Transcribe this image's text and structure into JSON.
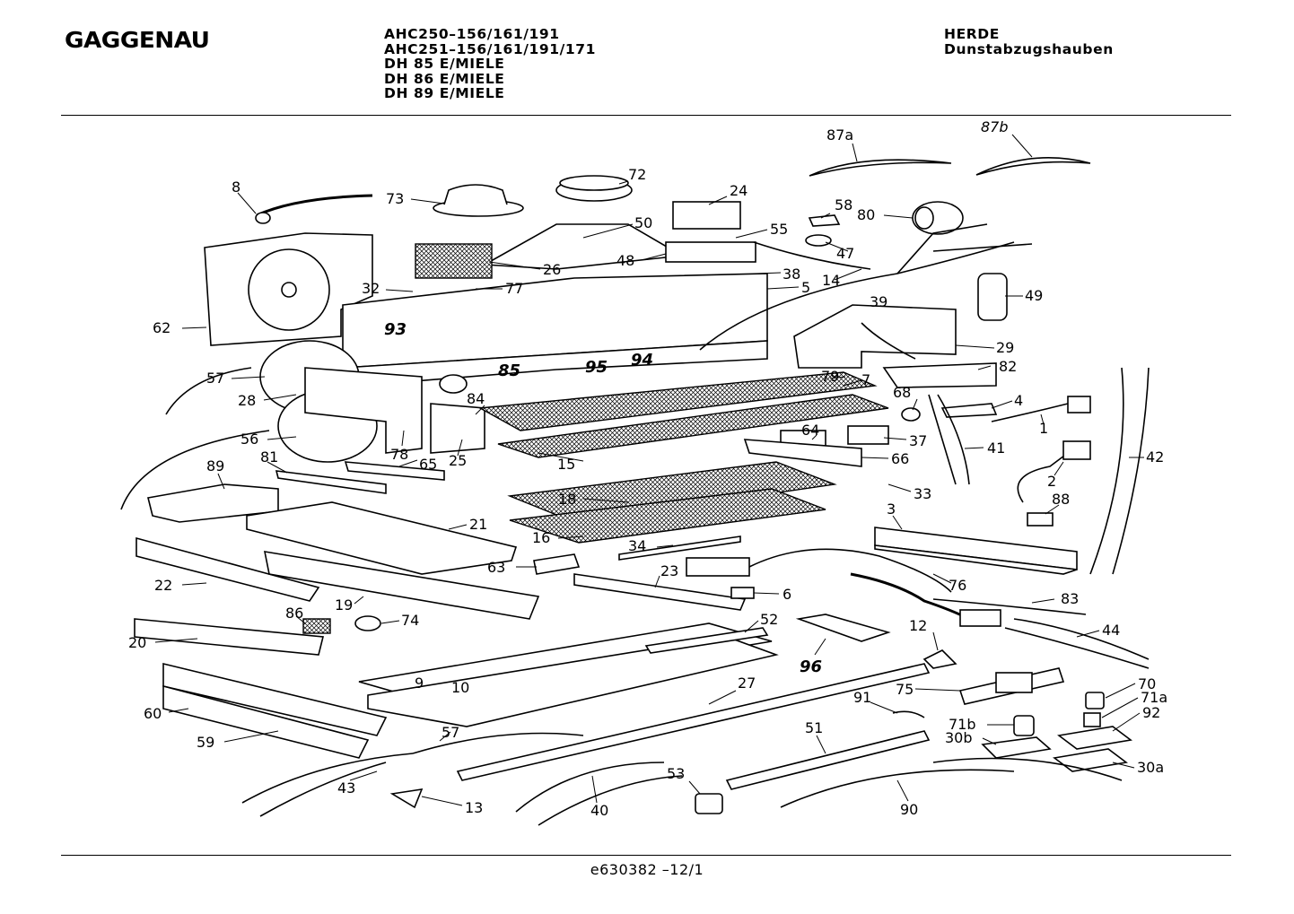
{
  "header": {
    "brand": "GAGGENAU",
    "models": [
      "AHC250–156/161/191",
      "AHC251–156/161/191/171",
      "DH 85 E/MIELE",
      "DH 86 E/MIELE",
      "DH 89 E/MIELE"
    ],
    "category": "HERDE",
    "subcategory": "Dunstabzugshauben"
  },
  "footer": {
    "doc_number": "e630382 –12/1"
  },
  "diagram": {
    "part_numbers": {
      "p87a": "87a",
      "p87b": "87b",
      "p72": "72",
      "p8": "8",
      "p73": "73",
      "p24": "24",
      "p58": "58",
      "p80": "80",
      "p50": "50",
      "p55": "55",
      "p47": "47",
      "p48": "48",
      "p26": "26",
      "p38": "38",
      "p14": "14",
      "p5": "5",
      "p32": "32",
      "p77": "77",
      "p49": "49",
      "p39": "39",
      "p62": "62",
      "p93": "93",
      "p94": "94",
      "p29": "29",
      "p85": "85",
      "p95": "95",
      "p82": "82",
      "p57a": "57",
      "p79": "79",
      "p7": "7",
      "p28": "28",
      "p84": "84",
      "p68": "68",
      "p4": "4",
      "p1": "1",
      "p56": "56",
      "p64": "64",
      "p37": "37",
      "p78": "78",
      "p25": "25",
      "p41": "41",
      "p81": "81",
      "p65": "65",
      "p15": "15",
      "p66": "66",
      "p42": "42",
      "p89": "89",
      "p2": "2",
      "p33": "33",
      "p18": "18",
      "p88": "88",
      "p21": "21",
      "p3": "3",
      "p16": "16",
      "p34": "34",
      "p63": "63",
      "p23": "23",
      "p76": "76",
      "p22": "22",
      "p6": "6",
      "p19": "19",
      "p83": "83",
      "p86": "86",
      "p74": "74",
      "p52": "52",
      "p12": "12",
      "p44": "44",
      "p20": "20",
      "p96": "96",
      "p9": "9",
      "p10": "10",
      "p27": "27",
      "p75": "75",
      "p70": "70",
      "p71a": "71a",
      "p60": "60",
      "p91": "91",
      "p92": "92",
      "p71b": "71b",
      "p30b": "30b",
      "p51": "51",
      "p59": "59",
      "p57b": "57",
      "p30a": "30a",
      "p53": "53",
      "p43": "43",
      "p13": "13",
      "p40": "40",
      "p90": "90"
    }
  }
}
